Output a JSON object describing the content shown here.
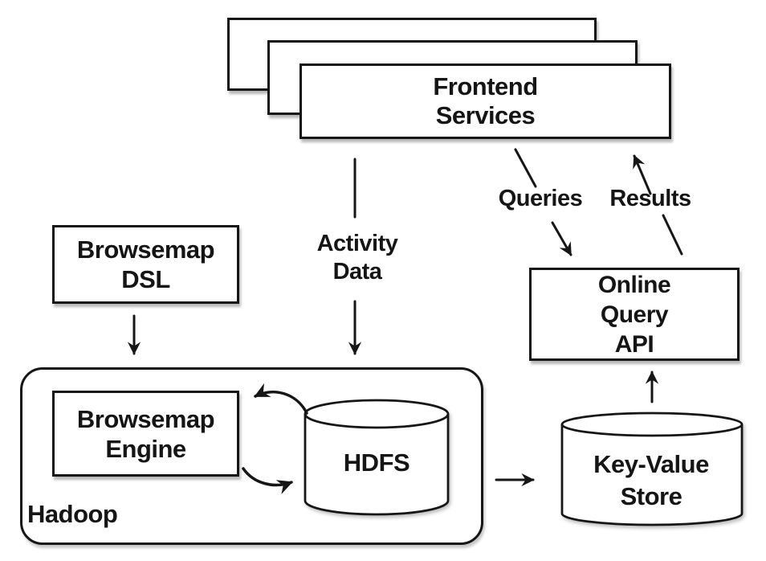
{
  "diagram": {
    "colors": {
      "background": "#ffffff",
      "stroke": "#161616",
      "node_fill": "#ffffff",
      "text": "#151515"
    },
    "nodes": {
      "frontend_services": {
        "lines": [
          "Frontend",
          "Services"
        ],
        "shape": "stacked-rectangles"
      },
      "browsemap_dsl": {
        "lines": [
          "Browsemap",
          "DSL"
        ],
        "shape": "rectangle"
      },
      "hadoop": {
        "label": "Hadoop",
        "shape": "rounded-container"
      },
      "browsemap_engine": {
        "lines": [
          "Browsemap",
          "Engine"
        ],
        "shape": "rectangle"
      },
      "hdfs": {
        "label": "HDFS",
        "shape": "cylinder"
      },
      "key_value_store": {
        "lines": [
          "Key-Value",
          "Store"
        ],
        "shape": "cylinder"
      },
      "online_query_api": {
        "lines": [
          "Online",
          "Query",
          "API"
        ],
        "shape": "rectangle"
      }
    },
    "edge_labels": {
      "activity_data": {
        "lines": [
          "Activity",
          "Data"
        ]
      },
      "queries": {
        "label": "Queries"
      },
      "results": {
        "label": "Results"
      }
    },
    "edges": [
      {
        "from": "frontend_services",
        "to": "hdfs",
        "label": "Activity Data",
        "style": "straight"
      },
      {
        "from": "browsemap_dsl",
        "to": "hadoop",
        "label": "",
        "style": "straight"
      },
      {
        "from": "hdfs",
        "to": "browsemap_engine",
        "label": "",
        "style": "curved"
      },
      {
        "from": "browsemap_engine",
        "to": "hdfs",
        "label": "",
        "style": "curved"
      },
      {
        "from": "hadoop",
        "to": "key_value_store",
        "label": "",
        "style": "straight"
      },
      {
        "from": "key_value_store",
        "to": "online_query_api",
        "label": "",
        "style": "straight"
      },
      {
        "from": "frontend_services",
        "to": "online_query_api",
        "label": "Queries",
        "style": "straight"
      },
      {
        "from": "online_query_api",
        "to": "frontend_services",
        "label": "Results",
        "style": "straight"
      }
    ]
  }
}
